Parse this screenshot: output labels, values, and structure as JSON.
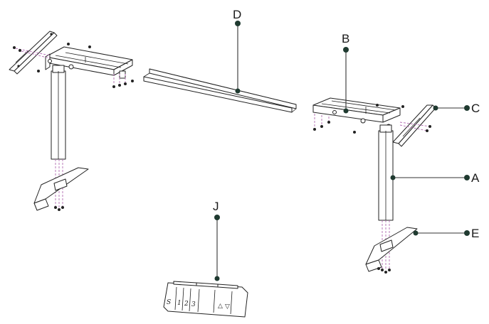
{
  "labels": {
    "D": "D",
    "B": "B",
    "C": "C",
    "A": "A",
    "E": "E",
    "J": "J"
  },
  "keypad": {
    "keys": [
      "S",
      "1",
      "2",
      "3"
    ],
    "arrows": [
      "△",
      "▽"
    ]
  },
  "colors": {
    "line": "#222222",
    "guide": "#b36ab3",
    "leader_dot": "#1f3a30"
  }
}
